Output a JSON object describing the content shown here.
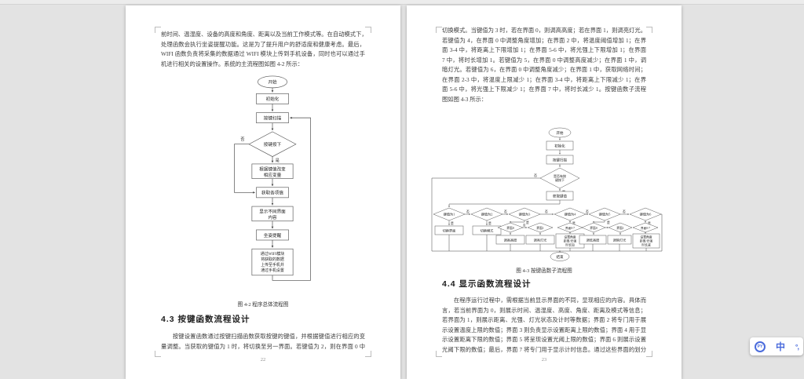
{
  "colors": {
    "workspace": "#e3e3e3",
    "top_strip": "#ececec",
    "page": "#ffffff",
    "text": "#3c3c3c",
    "ime_accent": "#4a6bdc"
  },
  "left_page": {
    "page_number": "22",
    "para1_lines": [
      "前时间、温湿度、设备的高度和角度、距离以及当前工作模式等。在自动模式下，",
      "处理函数会执行坐姿提醒功能。这是为了提升用户的舒适度和健康考虑。最后，",
      "WIFI 函数负责将采集的数据通过 WIFI 模块上传到手机设备，同时也可以通过手",
      "机进行相关的设置操作。系统的主流程图如图 4-2 所示："
    ],
    "section_heading": "4.3 按键函数流程设计",
    "para2_lines": [
      "　　按键设置函数通过按键扫描函数获取按键的键值，并根据键值进行相应的变",
      "量调整。当获取的键值为 1 时，将切换至另一界面。若键值为 2，则在界面 0 中"
    ],
    "flowchart": {
      "caption": "图 4-2  程序总体流程图",
      "labels": {
        "yes": "是",
        "no": "否"
      },
      "nodes": {
        "start": "开始",
        "init": "初始化",
        "scan": "按键扫描",
        "pressed": "按键按下",
        "change_1": "根据键值改变",
        "change_2": "相应变量",
        "get": "获取各项值",
        "display_1": "显示不同界面",
        "display_2": "内容",
        "posture": "坐姿提醒",
        "wifi_1": "通过WIFI模块",
        "wifi_2": "将获取的数据",
        "wifi_3": "上传至手机并",
        "wifi_4": "通过手机设置"
      }
    }
  },
  "right_page": {
    "page_number": "23",
    "para1_lines": [
      "切换模式。当键值为 3 时，若在界面 0，则调高高度；若在界面 1，则调亮灯光。",
      "若键值为 4，在界面 0 中调整角度增加；在界面 2 中，将温度阈值增加 1；在界",
      "面 3-4 中，将距离上下限增加 1；在界面 5-6 中，将光强上下限增加 1；在界面",
      "7 中，将时长增加 1。若键值为 5，在界面 0 中调整高度减少；在界面 1 中，调",
      "暗灯光。若键值为 6，在界面 0 中调整角度减少；在界面 1 中，获取网络时间；",
      "在界面 2-3 中，将温度上限减少 1；在界面 3-4 中，将距离上下限减少 1；在界",
      "面 5-6 中，将光强上下限减少 1；在界面 7 中，将时长减少 1。按键函数子流程",
      "图如图 4-3 所示："
    ],
    "section_heading": "4.4 显示函数流程设计",
    "para2_lines": [
      "　　在程序运行过程中，需根据当前显示界面的不同，显现相应的内容。具体而",
      "言，若当前界面为 0，则展示时间、温湿度、高度、角度、距离及模式等信息；",
      "若界面为 1，则展示距离、光强、灯光状态及计时等数据；界面 2 将专门用于展",
      "示设置温度上限的数值；界面 3 则负责显示设置距离上限的数值；界面 4 用于显",
      "示设置距离下限的数值；界面 5 将呈现设置光阈上限的数值；界面 6 则展示设置",
      "光阈下限的数值；最后，界面 7 将专门用于显示计时信息。通过这些界面的划分"
    ],
    "flowchart": {
      "caption": "图 4-3  按键函数子流程图",
      "labels": {
        "yes": "是",
        "no": "否"
      },
      "nodes": {
        "start": "开始",
        "init": "初始化",
        "scan": "按键扫描",
        "haskey_1": "是否有按",
        "haskey_2": "键按下",
        "getkey": "获取键值",
        "kv1": "键值为1",
        "kv2": "键值为2",
        "kv3": "键值为3",
        "kv4": "键值为4",
        "kv5": "键值为5",
        "kv6": "键值为6",
        "switch_ui": "切换界面",
        "switch_mode": "切换模式",
        "ui0": "界面0",
        "ui1": "界面1",
        "ui07": "界面0-7",
        "raise": "调高高度",
        "brighten": "调亮灯光",
        "inc_1": "设置角度",
        "inc_2": "距离/光强",
        "inc_3": "时长加",
        "lower": "调低高度",
        "dim": "调暗灯光",
        "dec_1": "设置角度",
        "dec_2": "距离/光强",
        "dec_3": "时长减",
        "end": "结束"
      }
    }
  },
  "ime_bar": {
    "logo": "PY",
    "mode": "中",
    "punct": "°,"
  }
}
